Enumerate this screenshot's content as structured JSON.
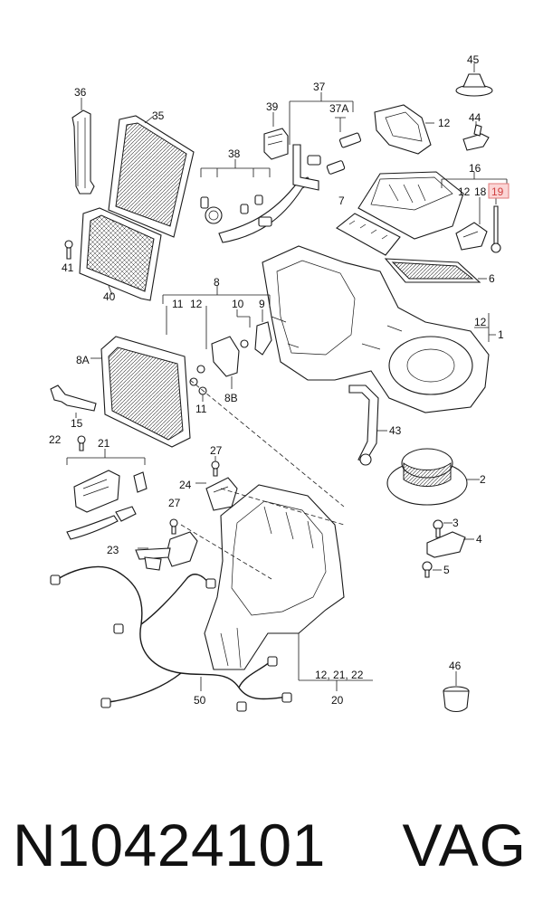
{
  "diagram": {
    "callouts": {
      "c1": "1",
      "c2": "2",
      "c3": "3",
      "c4": "4",
      "c5": "5",
      "c6": "6",
      "c7": "7",
      "c8": "8",
      "c8A": "8A",
      "c8B": "8B",
      "c9": "9",
      "c10": "10",
      "c11a": "11",
      "c11b": "11",
      "c12a": "12",
      "c12b": "12",
      "c12c": "12",
      "c12d": "12",
      "c15": "15",
      "c16": "16",
      "c18": "18",
      "c19": "19",
      "c20": "20",
      "c21": "21",
      "c22": "22",
      "c23": "23",
      "c24": "24",
      "c27a": "27",
      "c27b": "27",
      "c35": "35",
      "c36": "36",
      "c37": "37",
      "c37A": "37A",
      "c38": "38",
      "c39": "39",
      "c40": "40",
      "c41": "41",
      "c43": "43",
      "c44": "44",
      "c45": "45",
      "c46": "46",
      "c50": "50",
      "c12_21_22": "12, 21, 22"
    },
    "highlighted_callout": "19",
    "highlight_color": "#fbd5d5",
    "highlight_text_color": "#d04040"
  },
  "footer": {
    "part_number": "N10424101",
    "brand": "VAG"
  }
}
